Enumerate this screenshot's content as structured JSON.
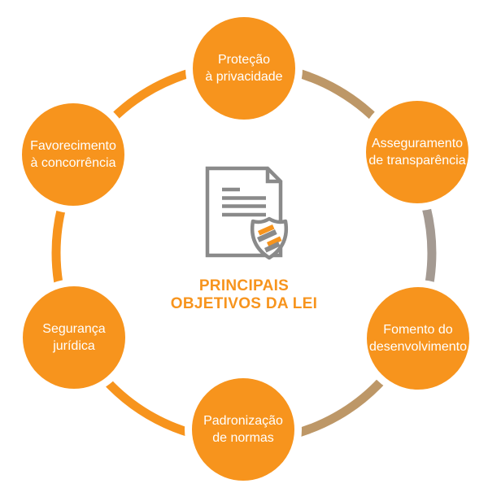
{
  "title": {
    "line1": "PRINCIPAIS",
    "line2": "OBJETIVOS DA LEI"
  },
  "colors": {
    "orange": "#F7941D",
    "tan": "#BD9767",
    "gray": "#A49A92",
    "white": "#FFFFFF",
    "icon_gray": "#8A8A8A",
    "title_orange": "#F7941D"
  },
  "ring": {
    "segments": [
      {
        "name": "top-to-top-right",
        "color": "#BD9767"
      },
      {
        "name": "top-right-to-bottom-right",
        "color": "#A49A92"
      },
      {
        "name": "bottom-right-to-bottom",
        "color": "#BD9767"
      },
      {
        "name": "bottom-through-left-to-top",
        "color": "#F7941D"
      }
    ]
  },
  "nodes": [
    {
      "position": "top",
      "line1": "Proteção",
      "line2": "à privacidade"
    },
    {
      "position": "top-right",
      "line1": "Asseguramento",
      "line2": "de transparência"
    },
    {
      "position": "bottom-right",
      "line1": "Fomento do",
      "line2": "desenvolvimento"
    },
    {
      "position": "bottom",
      "line1": "Padronização",
      "line2": "de normas"
    },
    {
      "position": "bottom-left",
      "line1": "Segurança",
      "line2": "jurídica"
    },
    {
      "position": "top-left",
      "line1": "Favorecimento",
      "line2": "à concorrência"
    }
  ],
  "center_icon": "document-with-shield-icon"
}
